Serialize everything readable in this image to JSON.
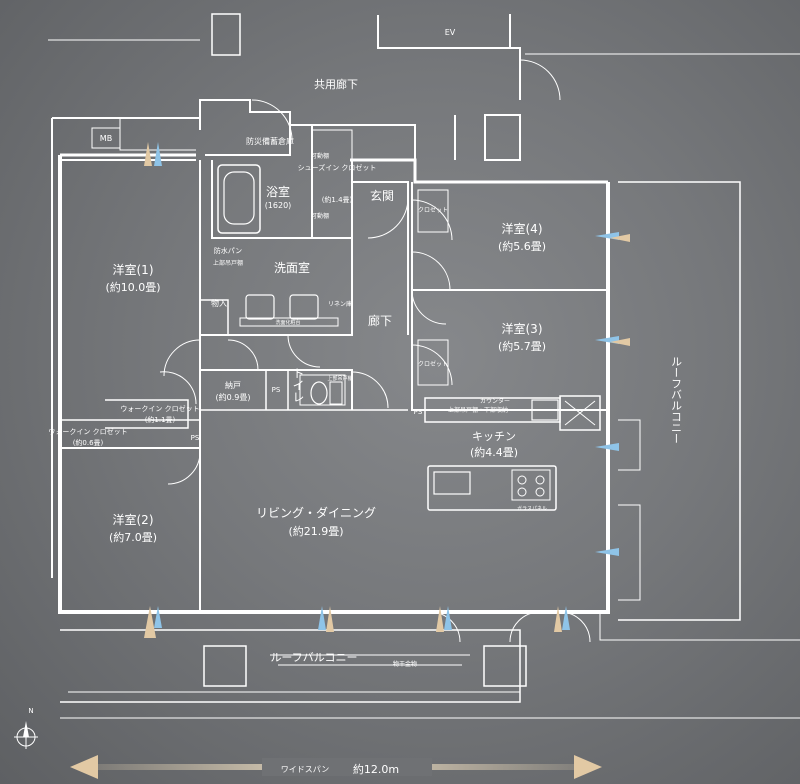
{
  "plan": {
    "ev": "EV",
    "kyoyo_roka": "共用廊下",
    "mb": "MB",
    "bousai": "防災備蓄倉庫",
    "shoes_closet": "シューズイン クロゼット",
    "shoes_closet_size": "(約1.4畳)",
    "kadou_tana_1": "可動棚",
    "kadou_tana_2": "可動棚",
    "genkan": "玄関",
    "yokushitsu": "浴室",
    "yokushitsu_size": "(1620)",
    "senmenshitsu": "洗面室",
    "bousui_pan": "防水パン",
    "jobu_tana": "上部吊戸棚",
    "senmen_dai": "洗面化粧台",
    "linen": "リネン庫",
    "monoire": "物入",
    "roka": "廊下",
    "youshitsu1": "洋室(1)",
    "youshitsu1_size": "(約10.0畳)",
    "youshitsu2": "洋室(2)",
    "youshitsu2_size": "(約7.0畳)",
    "youshitsu3": "洋室(3)",
    "youshitsu3_size": "(約5.7畳)",
    "youshitsu4": "洋室(4)",
    "youshitsu4_size": "(約5.6畳)",
    "closet_a": "クロゼット",
    "closet_b": "クロゼット",
    "nando": "納戸",
    "nando_size": "(約0.9畳)",
    "toilet": "トイレ",
    "toilet_tana": "上部吊戸棚",
    "ps1": "PS",
    "ps2": "PS",
    "ps3": "PS",
    "wic1": "ウォークイン クロゼット",
    "wic1_size": "(約1.1畳)",
    "wic2": "ウォークイン クロゼット",
    "wic2_size": "(約0.6畳)",
    "kitchen": "キッチン",
    "kitchen_size": "(約4.4畳)",
    "counter": "カウンター",
    "counter_detail": "上部吊戸棚・下部収納",
    "glass_panel": "ガラスパネル",
    "living": "リビング・ダイニング",
    "living_size": "(約21.9畳)",
    "roof_balcony_side": "ルーフバルコニー",
    "roof_balcony_bottom": "ルーフバルコニー",
    "monohoshi": "物干金物",
    "north": "N",
    "wide_span_label": "ワイドスパン",
    "wide_span_value": "約12.0m"
  }
}
